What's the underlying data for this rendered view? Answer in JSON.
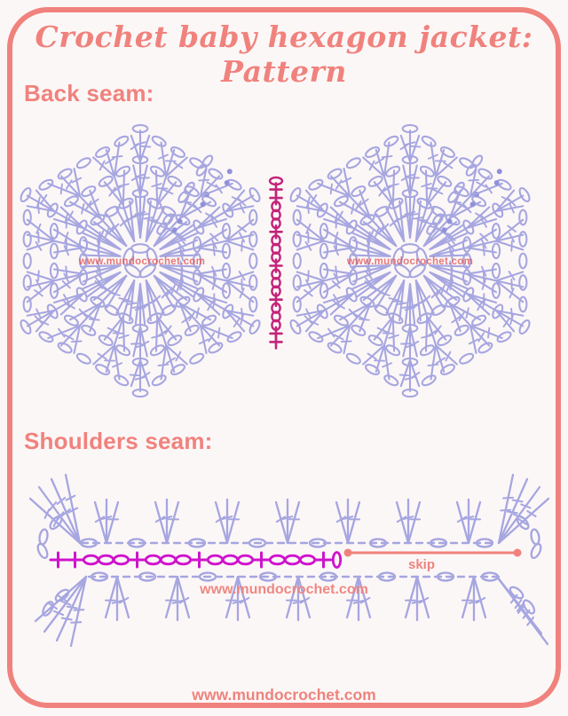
{
  "page": {
    "title": "Crochet baby hexagon jacket: Pattern",
    "background": "#fcf7f7",
    "border_color": "#f0827d",
    "title_color": "#f0827d"
  },
  "sections": {
    "back_seam": {
      "heading": "Back seam:"
    },
    "shoulders_seam": {
      "heading": "Shoulders seam:"
    }
  },
  "watermarks": {
    "hexagon_left": "www.mundocrochet.com",
    "hexagon_right": "www.mundocrochet.com",
    "shoulders": "www.mundocrochet.com",
    "footer": "www.mundocrochet.com"
  },
  "diagram": {
    "stitch_color": "#a6a6e0",
    "dot_color": "#9191da",
    "back_seam": {
      "color": "#c4237a",
      "sequence": [
        "ch-flat",
        "sc",
        "sc",
        "ch",
        "ch",
        "ch",
        "sc",
        "ch",
        "ch",
        "ch",
        "sc",
        "ch",
        "ch",
        "ch",
        "sc",
        "ch",
        "ch",
        "ch",
        "sc",
        "sc"
      ]
    },
    "shoulders_seam": {
      "color": "#cf13cd",
      "sequence": [
        "sc",
        "sc",
        "ch-h",
        "ch-h",
        "ch-h",
        "sc",
        "ch-h",
        "ch-h",
        "ch-h",
        "sc",
        "ch-h",
        "ch-h",
        "ch-h",
        "sc",
        "ch-h",
        "ch-h",
        "ch-h",
        "sc",
        "ch-v"
      ]
    },
    "skip": {
      "label": "skip",
      "color": "#f0827d"
    }
  }
}
